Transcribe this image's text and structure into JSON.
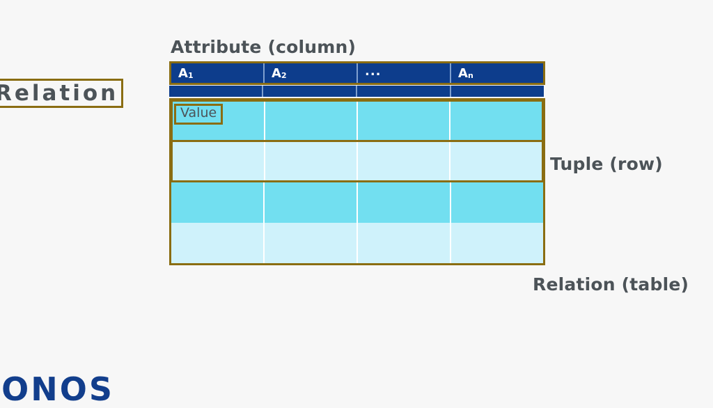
{
  "slide": {
    "background_color": "#f7f7f7",
    "title_text_color": "#4c5358",
    "highlight_box_color": "#8a6d12",
    "header_color": "#0d3d8c",
    "row_color_odd": "#72dff0",
    "row_color_even": "#cff2fb",
    "logo_color": "#123e8c"
  },
  "labels": {
    "attribute": "Attribute (column)",
    "relation_left": "Relation",
    "tuple": "Tuple (row)",
    "relation_table": "Relation (table)"
  },
  "table": {
    "columns": [
      {
        "label": "A",
        "subscript": "1",
        "is_ellipsis": false
      },
      {
        "label": "A",
        "subscript": "2",
        "is_ellipsis": false
      },
      {
        "label": "...",
        "subscript": "",
        "is_ellipsis": true
      },
      {
        "label": "A",
        "subscript": "n",
        "is_ellipsis": false
      }
    ],
    "rows": [
      {
        "cells": [
          "Value",
          "",
          "",
          ""
        ],
        "shade": "odd",
        "highlighted": true
      },
      {
        "cells": [
          "",
          "",
          "",
          ""
        ],
        "shade": "even",
        "highlighted": true
      },
      {
        "cells": [
          "",
          "",
          "",
          ""
        ],
        "shade": "odd",
        "highlighted": false
      },
      {
        "cells": [
          "",
          "",
          "",
          ""
        ],
        "shade": "even",
        "highlighted": false
      }
    ],
    "value_chip_text": "Value"
  },
  "logo": {
    "text": "IONOS"
  }
}
